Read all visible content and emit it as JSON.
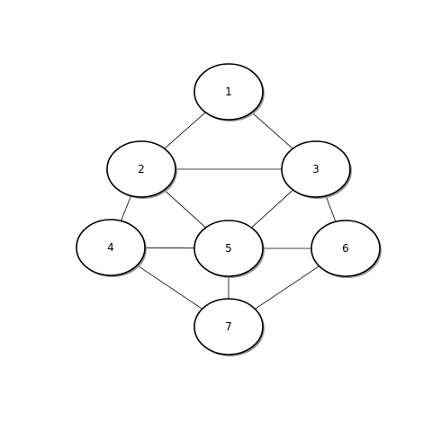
{
  "nodes": [
    {
      "id": "1",
      "label": "1"
    },
    {
      "id": "2",
      "label": "2"
    },
    {
      "id": "3",
      "label": "3"
    },
    {
      "id": "4",
      "label": "4"
    },
    {
      "id": "5",
      "label": "5"
    },
    {
      "id": "6",
      "label": "6"
    },
    {
      "id": "7",
      "label": "7"
    }
  ],
  "edges": [
    {
      "from": "1",
      "to": "2"
    },
    {
      "from": "1",
      "to": "3"
    },
    {
      "from": "2",
      "to": "3"
    },
    {
      "from": "2",
      "to": "4"
    },
    {
      "from": "2",
      "to": "5"
    },
    {
      "from": "3",
      "to": "5"
    },
    {
      "from": "3",
      "to": "6"
    },
    {
      "from": "4",
      "to": "5"
    },
    {
      "from": "4",
      "to": "7"
    },
    {
      "from": "5",
      "to": "6"
    },
    {
      "from": "5",
      "to": "7"
    },
    {
      "from": "6",
      "to": "7"
    }
  ],
  "colors": {
    "stroke": "#000000",
    "fill": "#ffffff",
    "shadow": "#9a9a9a"
  }
}
